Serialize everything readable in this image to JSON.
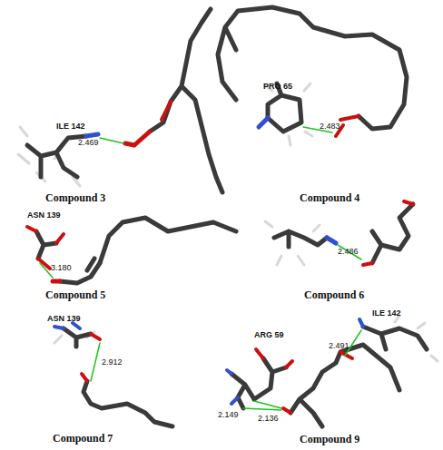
{
  "diagram": {
    "labels": [
      "ILE 142",
      "2.469",
      "Compound 3",
      "PRO 65",
      "2.483",
      "Compound 4",
      "ASN 139",
      "3.180",
      "Compound 5",
      "2.486",
      "Compound 6",
      "ASN 139",
      "2.912",
      "Compound 7",
      "ARG 59",
      "ILE 142",
      "2.491",
      "2.136",
      "2.149",
      "Compound 9"
    ]
  }
}
